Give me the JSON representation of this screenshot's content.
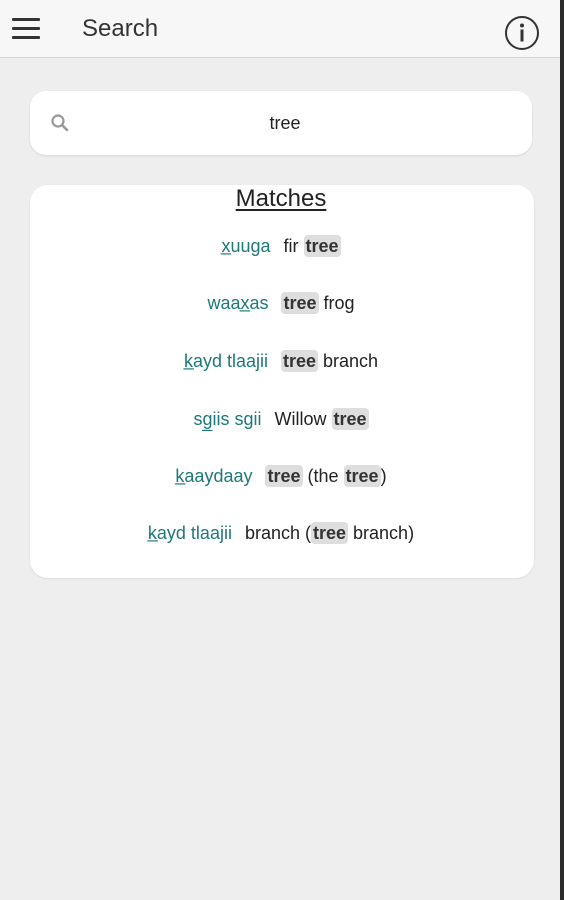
{
  "app_bar": {
    "title": "Search",
    "menu_icon": "hamburger-menu-icon",
    "info_icon": "info-circle-icon"
  },
  "search": {
    "icon": "search-icon",
    "value": "tree",
    "placeholder": ""
  },
  "results": {
    "heading": "Matches",
    "rows": [
      {
        "word": "x̲uuga",
        "def": [
          {
            "t": "fir "
          },
          {
            "t": "tree",
            "hl": true
          }
        ]
      },
      {
        "word": "waax̲as",
        "def": [
          {
            "t": "tree",
            "hl": true
          },
          {
            "t": " frog"
          }
        ]
      },
      {
        "word": "k̲ayd tlaajii",
        "def": [
          {
            "t": "tree",
            "hl": true
          },
          {
            "t": " branch"
          }
        ]
      },
      {
        "word": "sg̲iis sgii",
        "def": [
          {
            "t": "Willow "
          },
          {
            "t": "tree",
            "hl": true
          }
        ]
      },
      {
        "word": "k̲aaydaay",
        "def": [
          {
            "t": "tree",
            "hl": true
          },
          {
            "t": " (the "
          },
          {
            "t": "tree",
            "hl": true
          },
          {
            "t": ")"
          }
        ]
      },
      {
        "word": "k̲ayd tlaajii",
        "def": [
          {
            "t": "branch ("
          },
          {
            "t": "tree",
            "hl": true
          },
          {
            "t": " branch)"
          }
        ]
      }
    ]
  },
  "colors": {
    "word": "#1c7a78",
    "highlight_bg": "#dedede",
    "background": "#eeeeee",
    "card": "#ffffff"
  }
}
